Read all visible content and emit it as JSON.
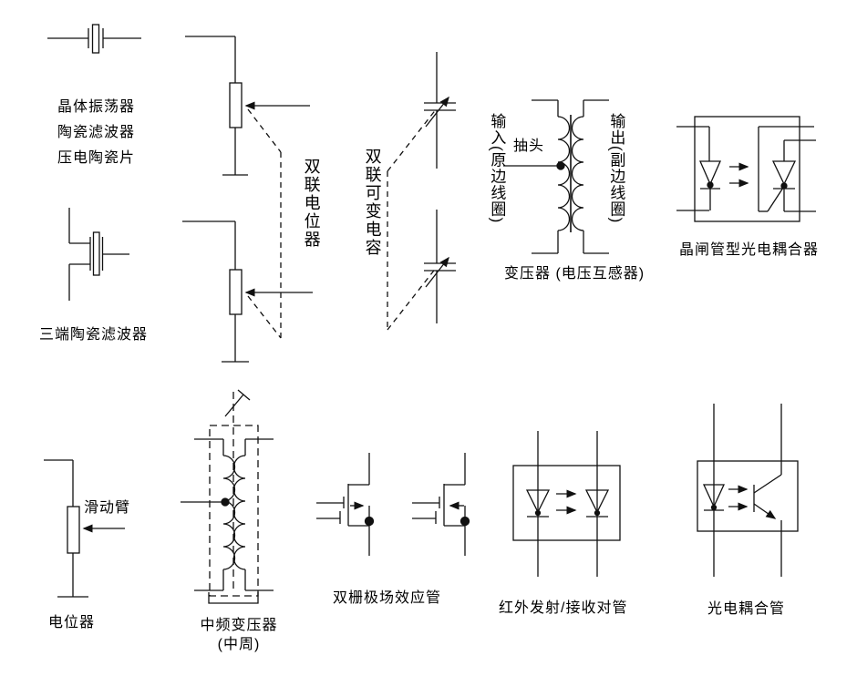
{
  "canvas": {
    "background": "#ffffff",
    "ink": "#111111",
    "description": "Electronic component schematic symbols reference sheet"
  },
  "labels": {
    "crystal": {
      "lines": [
        "晶体振荡器",
        "陶瓷滤波器",
        "压电陶瓷片"
      ]
    },
    "three_terminal_filter": "三端陶瓷滤波器",
    "dual_potentiometer": "双联电位器",
    "dual_variable_capacitor": "双联可变电容",
    "transformer_input": "输入(原边线圈)",
    "transformer_tap": "抽头",
    "transformer_output": "输出(副边线圈)",
    "transformer": "变压器 (电压互感器)",
    "scr_optocoupler": "晶闸管型光电耦合器",
    "potentiometer_wiper": "滑动臂",
    "potentiometer": "电位器",
    "if_transformer": {
      "lines": [
        "中频变压器",
        "(中周)"
      ]
    },
    "dual_gate_fet": "双栅极场效应管",
    "ir_pair": "红外发射/接收对管",
    "optocoupler": "光电耦合管"
  }
}
